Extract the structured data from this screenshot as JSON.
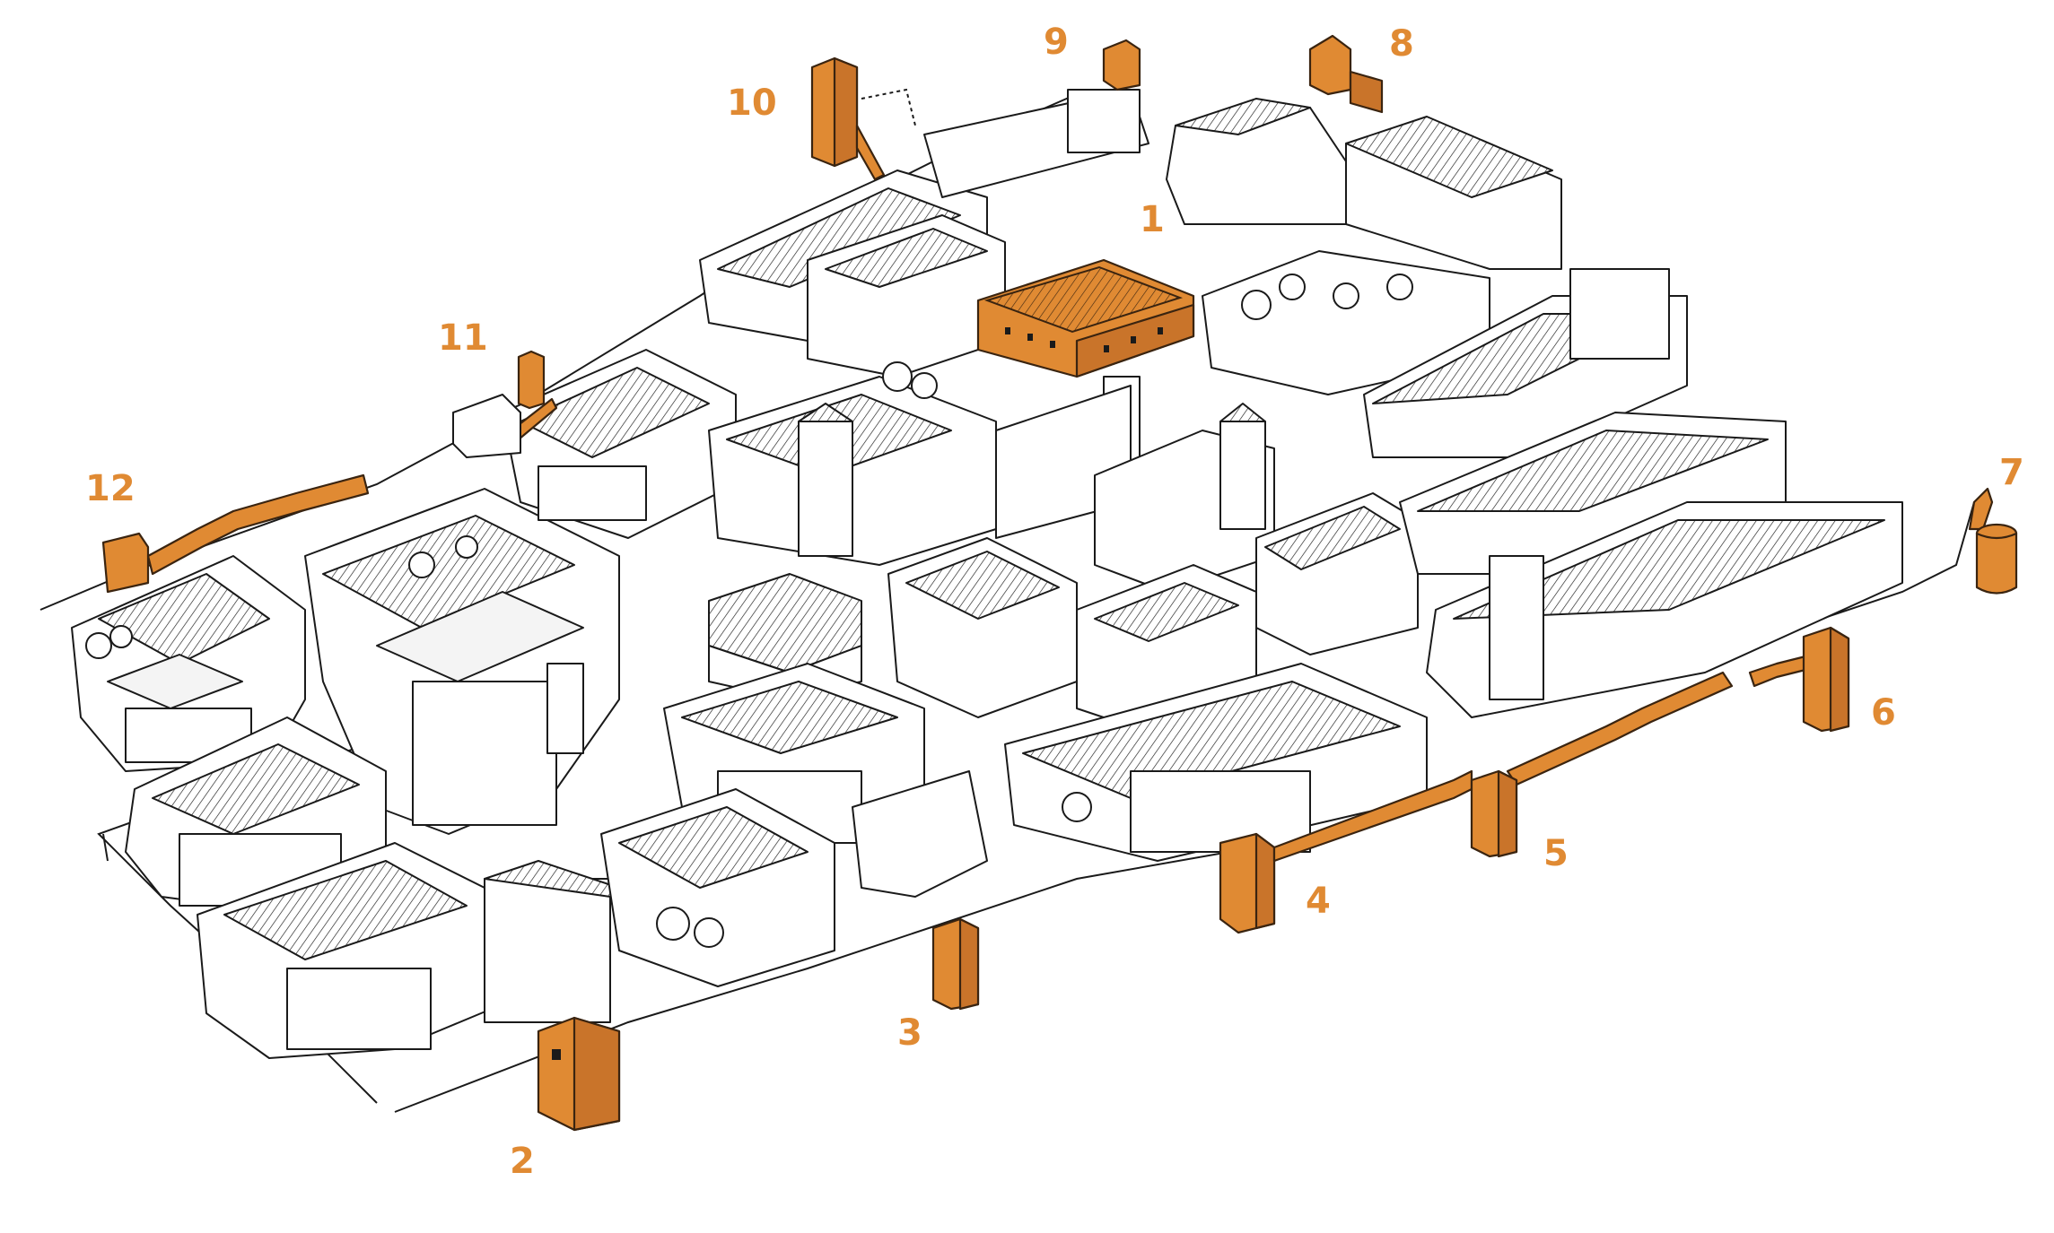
{
  "labels": {
    "l1": "1",
    "l2": "2",
    "l3": "3",
    "l4": "4",
    "l5": "5",
    "l6": "6",
    "l7": "7",
    "l8": "8",
    "l9": "9",
    "l10": "10",
    "l11": "11",
    "l12": "12"
  },
  "colors": {
    "highlight": "#E08A33",
    "ink": "#1a1a1a",
    "paper": "#ffffff"
  }
}
